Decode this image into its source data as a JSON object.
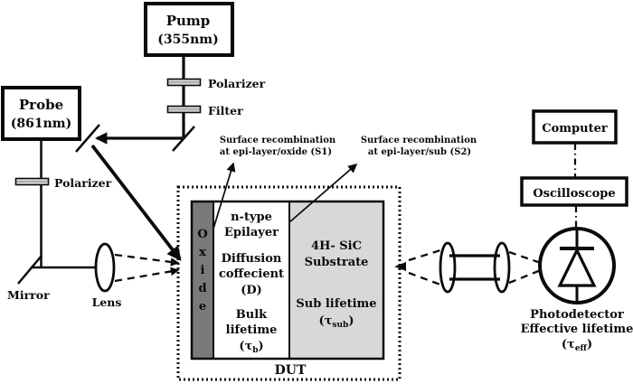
{
  "diagram": {
    "pump": {
      "title": "Pump",
      "subtitle": "(355nm)"
    },
    "probe": {
      "title": "Probe",
      "subtitle": "(861nm)"
    },
    "optics": {
      "pump_polarizer": "Polarizer",
      "pump_filter": "Filter",
      "probe_polarizer": "Polarizer",
      "mirror": "Mirror",
      "lens": "Lens"
    },
    "annotations": {
      "s1": {
        "line1": "Surface recombination",
        "line2": "at epi-layer/oxide (S1)"
      },
      "s2": {
        "line1": "Surface recombination",
        "line2": "at epi-layer/sub (S2)"
      }
    },
    "dut": {
      "label": "DUT",
      "oxide": {
        "letters": [
          "O",
          "x",
          "i",
          "d",
          "e"
        ]
      },
      "epilayer": {
        "line1": "n-type",
        "line2": "Epilayer",
        "line3": "Diffusion",
        "line4": "coffecient",
        "line5": "(D)",
        "line6": "Bulk",
        "line7": "lifetime",
        "tau": {
          "open": "(τ",
          "sub": "b",
          "close": ")"
        }
      },
      "substrate": {
        "line1": "4H- SiC",
        "line2": "Substrate",
        "line3": "Sub lifetime",
        "tau": {
          "open": "(τ",
          "sub": "sub",
          "close": ")"
        }
      }
    },
    "detection": {
      "computer": "Computer",
      "oscilloscope": "Oscilloscope",
      "photodetector_line1": "Photodetector",
      "photodetector_line2": "Effective lifetime",
      "tau": {
        "open": "(τ",
        "sub": "eff",
        "close": ")"
      }
    },
    "colors": {
      "ink": "#0a0a0a",
      "background": "#ffffff",
      "oxide_fill": "#7a7a7a",
      "substrate_fill": "#d8d8d8",
      "optic_fill": "#d9d9d9"
    }
  }
}
